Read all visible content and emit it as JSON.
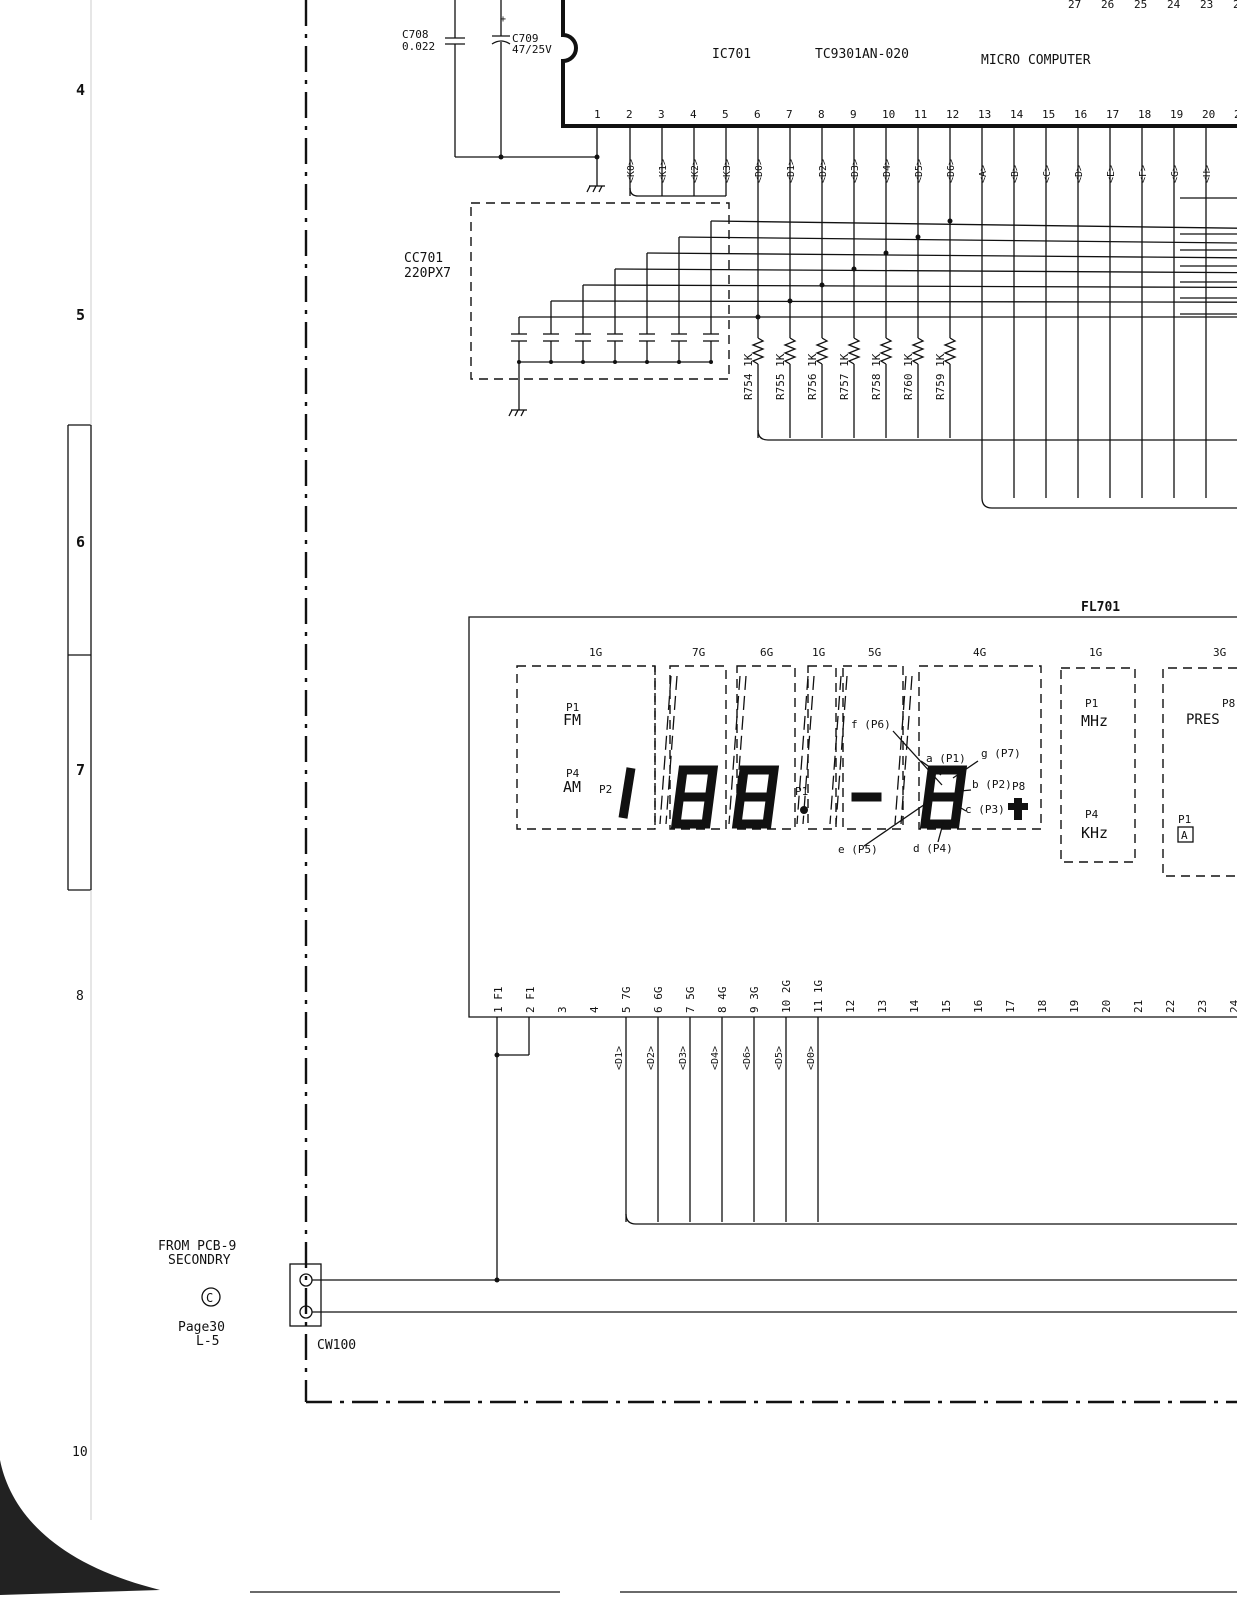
{
  "zone_labels": [
    "4",
    "5",
    "6",
    "7",
    "8",
    "10"
  ],
  "ic": {
    "ref": "IC701",
    "part": "TC9301AN-020",
    "desc": "MICRO COMPUTER",
    "top_pins_partial": [
      "27",
      "26",
      "25",
      "24",
      "23",
      "2"
    ],
    "pins": [
      "1",
      "2",
      "3",
      "4",
      "5",
      "6",
      "7",
      "8",
      "9",
      "10",
      "11",
      "12",
      "13",
      "14",
      "15",
      "16",
      "17",
      "18",
      "19",
      "20",
      "2"
    ],
    "signals": [
      "<K0>",
      "<K1>",
      "<K2>",
      "<K3>",
      "<D0>",
      "<D1>",
      "<D2>",
      "<D3>",
      "<D4>",
      "<D5>",
      "<D6>",
      "<A>",
      "<B>",
      "<C>",
      "<D>",
      "<E>",
      "<F>",
      "<G>",
      "<H>"
    ]
  },
  "caps": {
    "c708_ref": "C708",
    "c708_val": "0.022",
    "c709_ref": "C709",
    "c709_val": "47/25V",
    "plus": "+"
  },
  "cc701": {
    "ref": "CC701",
    "val": "220PX7"
  },
  "resistors": [
    {
      "label": "R754  1K"
    },
    {
      "label": "R755  1K"
    },
    {
      "label": "R756  1K"
    },
    {
      "label": "R757  1K"
    },
    {
      "label": "R758  1K"
    },
    {
      "label": "R760  1K"
    },
    {
      "label": "R759  1K"
    }
  ],
  "fl": {
    "ref": "FL701",
    "grid_labels": [
      "1G",
      "7G",
      "6G",
      "1G",
      "5G",
      "4G",
      "1G",
      "3G"
    ],
    "fm_p": "P1",
    "fm": "FM",
    "am_p": "P4",
    "am": "AM",
    "p2": "P2",
    "p1_dot": "P1",
    "p8": "P8",
    "seg_a": "a (P1)",
    "seg_b": "b (P2)",
    "seg_c": "c (P3)",
    "seg_d": "d (P4)",
    "seg_e": "e (P5)",
    "seg_f": "f (P6)",
    "seg_g": "g (P7)",
    "mhz_p": "P1",
    "mhz": "MHz",
    "khz_p": "P4",
    "khz": "KHz",
    "pres_p": "P8",
    "pres": "PRES",
    "box_p": "P1",
    "box": "A",
    "bottom_pins": [
      "1 F1",
      "2 F1",
      "3",
      "4",
      "5 7G",
      "6 6G",
      "7 5G",
      "8 4G",
      "9 3G",
      "10 2G",
      "11 1G",
      "12",
      "13",
      "14",
      "15",
      "16",
      "17",
      "18",
      "19",
      "20",
      "21",
      "22",
      "23",
      "24"
    ],
    "bottom_signals": [
      "<D1>",
      "<D2>",
      "<D3>",
      "<D4>",
      "<D6>",
      "<D5>",
      "<D0>"
    ]
  },
  "connector": {
    "from1": "FROM PCB-9",
    "from2": "SECONDRY",
    "mark": "C",
    "page1": "Page30",
    "page2": "L-5",
    "ref": "CW100"
  }
}
